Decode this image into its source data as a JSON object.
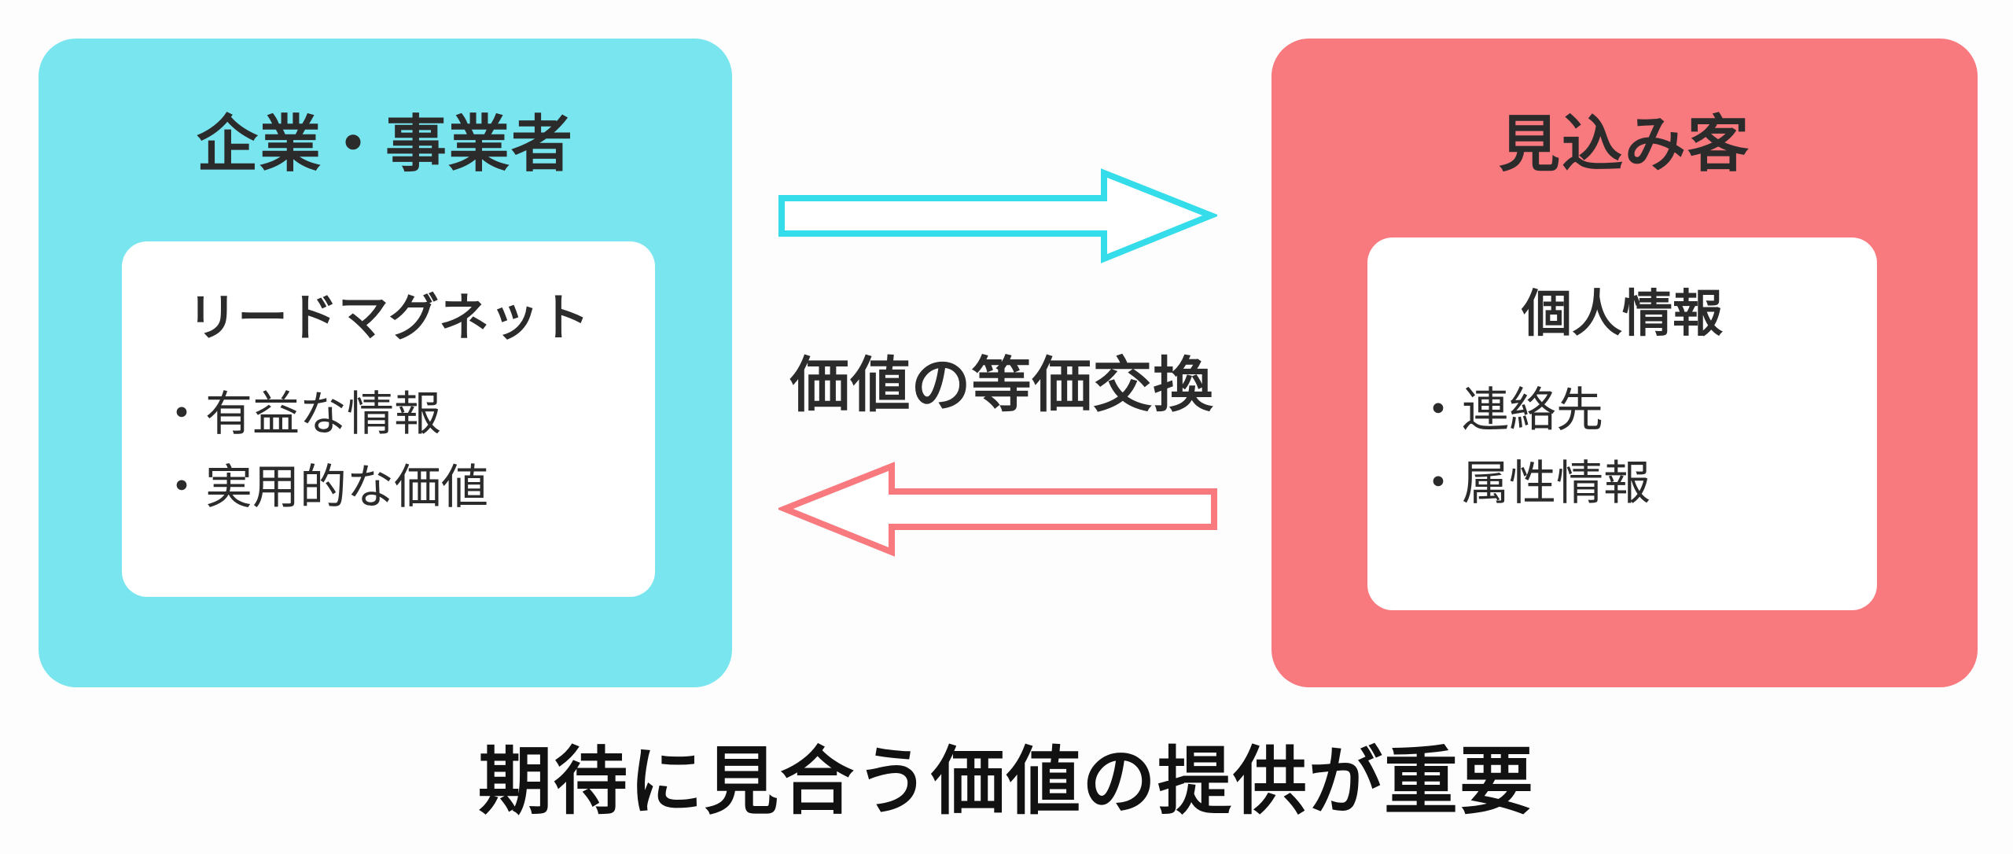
{
  "diagram": {
    "left_box": {
      "title": "企業・事業者",
      "card": {
        "title": "リードマグネット",
        "items": [
          "・有益な情報",
          "・実用的な価値"
        ]
      }
    },
    "right_box": {
      "title": "見込み客",
      "card": {
        "title": "個人情報",
        "items": [
          "・連絡先",
          "・属性情報"
        ]
      }
    },
    "center": {
      "exchange_label": "価値の等価交換"
    },
    "caption": "期待に見合う価値の提供が重要",
    "colors": {
      "left_box_bg": "#79E5EE",
      "right_box_bg": "#F8797E",
      "arrow_right": "#35DCE9",
      "arrow_left": "#F8797E",
      "text": "#2B2B2B",
      "caption_text": "#111111",
      "card_bg": "#FFFFFF",
      "page_bg": "#FDFDFD"
    }
  }
}
